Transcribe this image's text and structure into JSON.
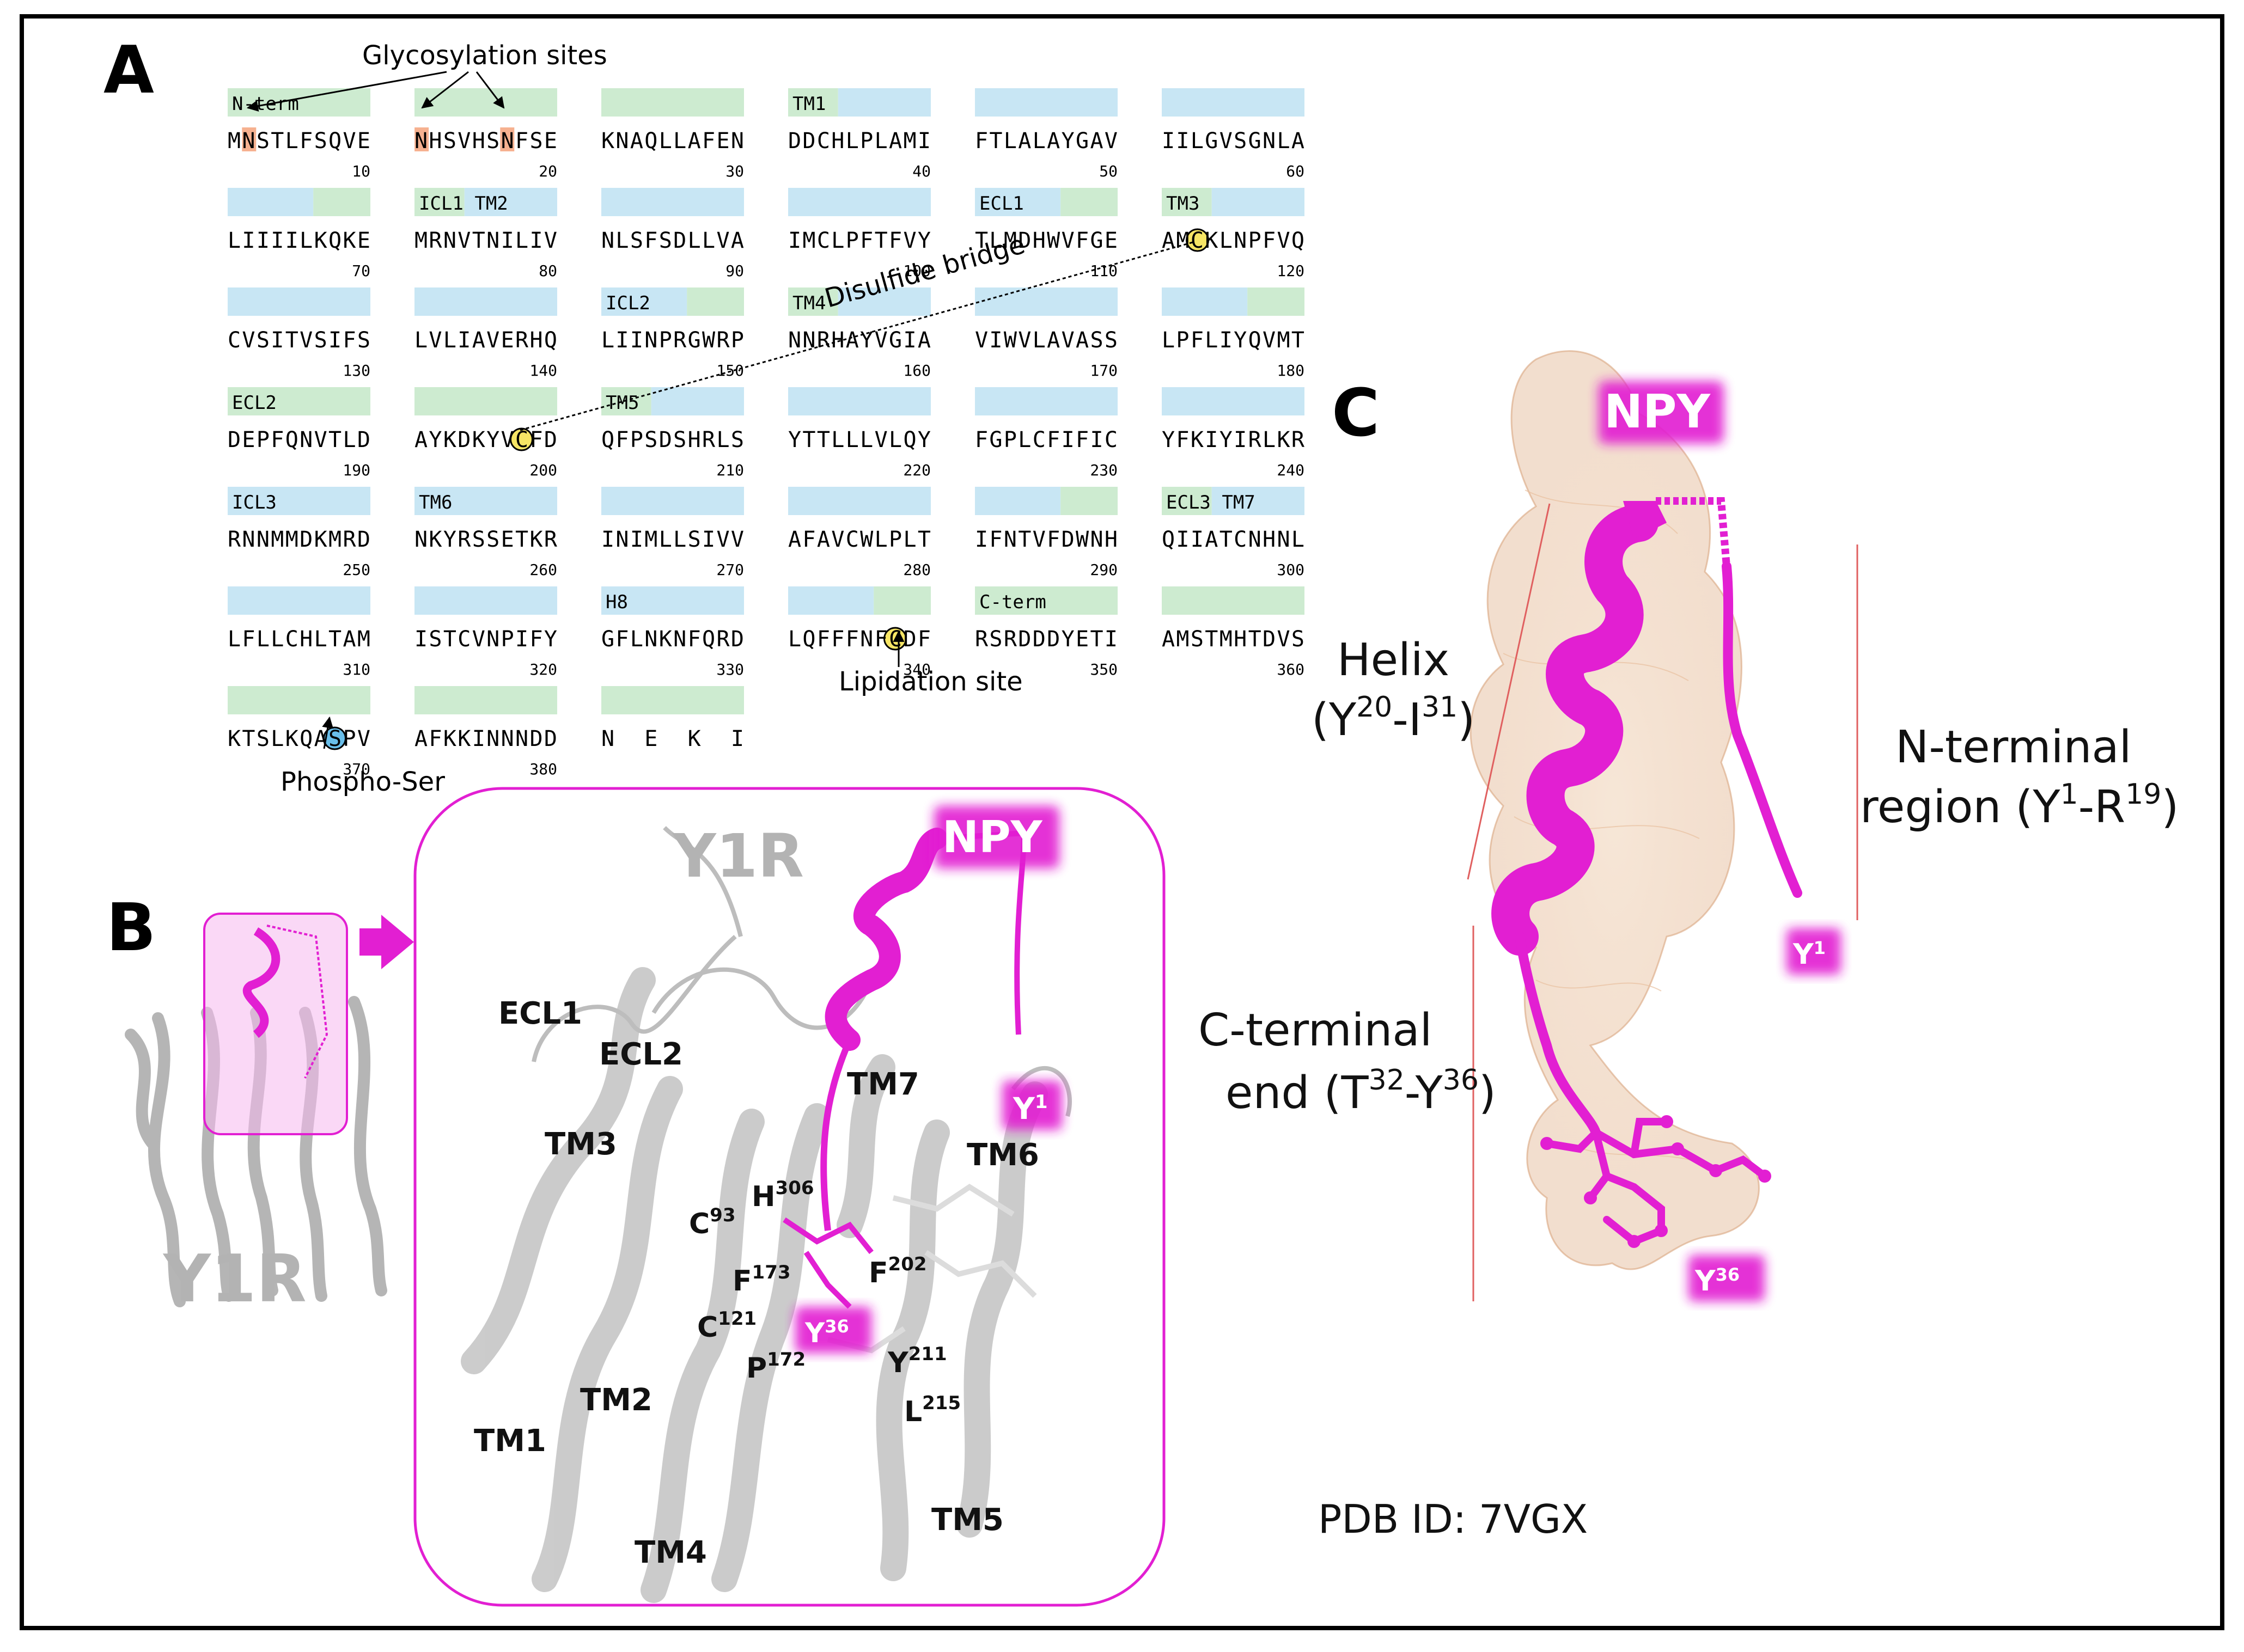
{
  "panels": {
    "a": "A",
    "b": "B",
    "c": "C"
  },
  "colors": {
    "magenta": "#e21fd2",
    "helix_blue": "#c8e6f4",
    "loop_green": "#cdebd0",
    "glyco_orange": "#f4a37c",
    "disulfide_yellow": "#f5e04a",
    "phospho_blue": "#4fb3e6",
    "receptor_gray": "#bdbdbd",
    "density_tan": "#e8c5a6"
  },
  "panel_a": {
    "sequence_blocks": [
      {
        "seq": "MNSTLFSQVE",
        "num": "10",
        "bar": "green",
        "label": "N-term"
      },
      {
        "seq": "NHSVHSNFSE",
        "num": "20",
        "bar": "green",
        "label": ""
      },
      {
        "seq": "KNAQLLAFEN",
        "num": "30",
        "bar": "green",
        "label": ""
      },
      {
        "seq": "DDCHLPLAMI",
        "num": "40",
        "bar": "green_blue",
        "label": "TM1"
      },
      {
        "seq": "FTLALAYGAV",
        "num": "50",
        "bar": "blue",
        "label": ""
      },
      {
        "seq": "IILGVSGNLA",
        "num": "60",
        "bar": "blue",
        "label": ""
      },
      {
        "seq": "LIIIILKQKE",
        "num": "70",
        "bar": "blue_green",
        "label": ""
      },
      {
        "seq": "MRNVTNILIV",
        "num": "80",
        "bar": "green_blue",
        "label": "ICL1  TM2"
      },
      {
        "seq": "NLSFSDLLVA",
        "num": "90",
        "bar": "blue",
        "label": ""
      },
      {
        "seq": "IMCLPFTFVY",
        "num": "100",
        "bar": "blue",
        "label": ""
      },
      {
        "seq": "TLMDHWVFGE",
        "num": "110",
        "bar": "blue_green",
        "label": "ECL1"
      },
      {
        "seq": "AMCKLNPFVQ",
        "num": "120",
        "bar": "green_blue",
        "label": "TM3"
      },
      {
        "seq": "CVSITVSIFS",
        "num": "130",
        "bar": "blue",
        "label": ""
      },
      {
        "seq": "LVLIAVERHQ",
        "num": "140",
        "bar": "blue",
        "label": ""
      },
      {
        "seq": "LIINPRGWRP",
        "num": "150",
        "bar": "blue_green",
        "label": "ICL2"
      },
      {
        "seq": "NNRHAYVGIA",
        "num": "160",
        "bar": "green_blue",
        "label": "TM4"
      },
      {
        "seq": "VIWVLAVASS",
        "num": "170",
        "bar": "blue",
        "label": ""
      },
      {
        "seq": "LPFLIYQVMT",
        "num": "180",
        "bar": "blue_green",
        "label": ""
      },
      {
        "seq": "DEPFQNVTLD",
        "num": "190",
        "bar": "green",
        "label": "ECL2"
      },
      {
        "seq": "AYKDKYVCFD",
        "num": "200",
        "bar": "green",
        "label": ""
      },
      {
        "seq": "QFPSDSHRLS",
        "num": "210",
        "bar": "green_blue",
        "label": "TM5"
      },
      {
        "seq": "YTTLLLVLQY",
        "num": "220",
        "bar": "blue",
        "label": ""
      },
      {
        "seq": "FGPLCFIFIC",
        "num": "230",
        "bar": "blue",
        "label": ""
      },
      {
        "seq": "YFKIYIRLKR",
        "num": "240",
        "bar": "blue",
        "label": ""
      },
      {
        "seq": "RNNMMDKMRD",
        "num": "250",
        "bar": "blue",
        "label": "ICL3"
      },
      {
        "seq": "NKYRSSETKR",
        "num": "260",
        "bar": "blue",
        "label": "TM6"
      },
      {
        "seq": "INIMLLSIVV",
        "num": "270",
        "bar": "blue",
        "label": ""
      },
      {
        "seq": "AFAVCWLPLT",
        "num": "280",
        "bar": "blue",
        "label": ""
      },
      {
        "seq": "IFNTVFDWNH",
        "num": "290",
        "bar": "blue_green",
        "label": ""
      },
      {
        "seq": "QIIATCNHNL",
        "num": "300",
        "bar": "green_blue",
        "label": "ECL3  TM7"
      },
      {
        "seq": "LFLLCHLTAM",
        "num": "310",
        "bar": "blue",
        "label": ""
      },
      {
        "seq": "ISTCVNPIFY",
        "num": "320",
        "bar": "blue",
        "label": ""
      },
      {
        "seq": "GFLNKNFQRD",
        "num": "330",
        "bar": "blue",
        "label": "H8"
      },
      {
        "seq": "LQFFFNFCDF",
        "num": "340",
        "bar": "blue_green",
        "label": ""
      },
      {
        "seq": "RSRDDDYETI",
        "num": "350",
        "bar": "green",
        "label": "C-term"
      },
      {
        "seq": "AMSTMHTDVS",
        "num": "360",
        "bar": "green",
        "label": ""
      },
      {
        "seq": "KTSLKQASPV",
        "num": "370",
        "bar": "green",
        "label": ""
      },
      {
        "seq": "AFKKINNNDD",
        "num": "380",
        "bar": "green",
        "label": ""
      },
      {
        "seq": "N  E  K  I",
        "num": "",
        "bar": "green",
        "label": ""
      }
    ],
    "annotations": {
      "glycosylation": "Glycosylation sites",
      "disulfide": "Disulfide bridge",
      "lipidation": "Lipidation site",
      "phospho": "Phospho-Ser"
    }
  },
  "panel_b": {
    "y1r": "Y1R",
    "npy": "NPY",
    "labels": [
      "ECL1",
      "ECL2",
      "TM3",
      "TM7",
      "TM6",
      "TM2",
      "TM1",
      "TM4",
      "TM5"
    ],
    "residues": {
      "h306": {
        "base": "H",
        "sup": "306"
      },
      "c93": {
        "base": "C",
        "sup": "93"
      },
      "f173": {
        "base": "F",
        "sup": "173"
      },
      "f202": {
        "base": "F",
        "sup": "202"
      },
      "c121": {
        "base": "C",
        "sup": "121"
      },
      "p172": {
        "base": "P",
        "sup": "172"
      },
      "y211": {
        "base": "Y",
        "sup": "211"
      },
      "l215": {
        "base": "L",
        "sup": "215"
      }
    },
    "tags": {
      "y1": {
        "base": "Y",
        "sup": "1"
      },
      "y36": {
        "base": "Y",
        "sup": "36"
      }
    }
  },
  "panel_c": {
    "npy": "NPY",
    "helix": {
      "line1": "Helix",
      "line2_a": "(Y",
      "sup1": "20",
      "line2_b": "-I",
      "sup2": "31",
      "line2_c": ")"
    },
    "nterm": {
      "line1": "N-terminal",
      "line2_a": "region (Y",
      "sup1": "1",
      "line2_b": "-R",
      "sup2": "19",
      "line2_c": ")"
    },
    "cterm": {
      "line1": "C-terminal",
      "line2_a": "end (T",
      "sup1": "32",
      "line2_b": "-Y",
      "sup2": "36",
      "line2_c": ")"
    },
    "y1": {
      "base": "Y",
      "sup": "1"
    },
    "y36": {
      "base": "Y",
      "sup": "36"
    },
    "pdb": "PDB ID: 7VGX"
  }
}
